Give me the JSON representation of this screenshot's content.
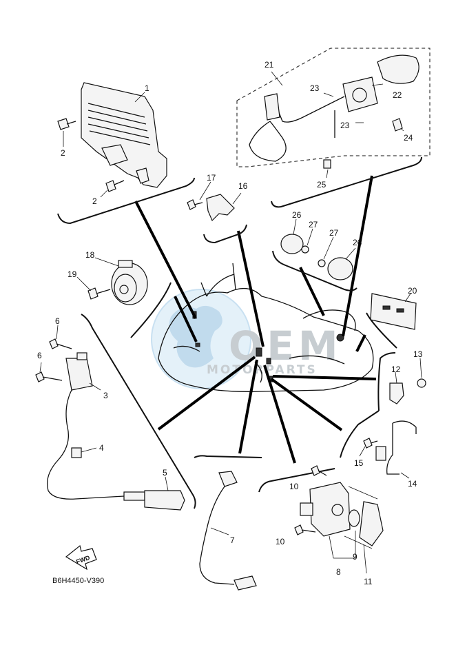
{
  "diagram_code": "B6H4450-V390",
  "arrow_label": "FWD",
  "watermark": {
    "brand": "OEM",
    "sub": "MOTORPARTS"
  },
  "callouts": {
    "c1": "1",
    "c2a": "2",
    "c2b": "2",
    "c3": "3",
    "c4": "4",
    "c5": "5",
    "c6a": "6",
    "c6b": "6",
    "c7": "7",
    "c8": "8",
    "c9": "9",
    "c10a": "10",
    "c10b": "10",
    "c11": "11",
    "c12": "12",
    "c13": "13",
    "c14": "14",
    "c15": "15",
    "c16": "16",
    "c17": "17",
    "c18": "18",
    "c19": "19",
    "c20": "20",
    "c21": "21",
    "c22": "22",
    "c23a": "23",
    "c23b": "23",
    "c24": "24",
    "c25": "25",
    "c26a": "26",
    "c26b": "26",
    "c27a": "27",
    "c27b": "27"
  }
}
